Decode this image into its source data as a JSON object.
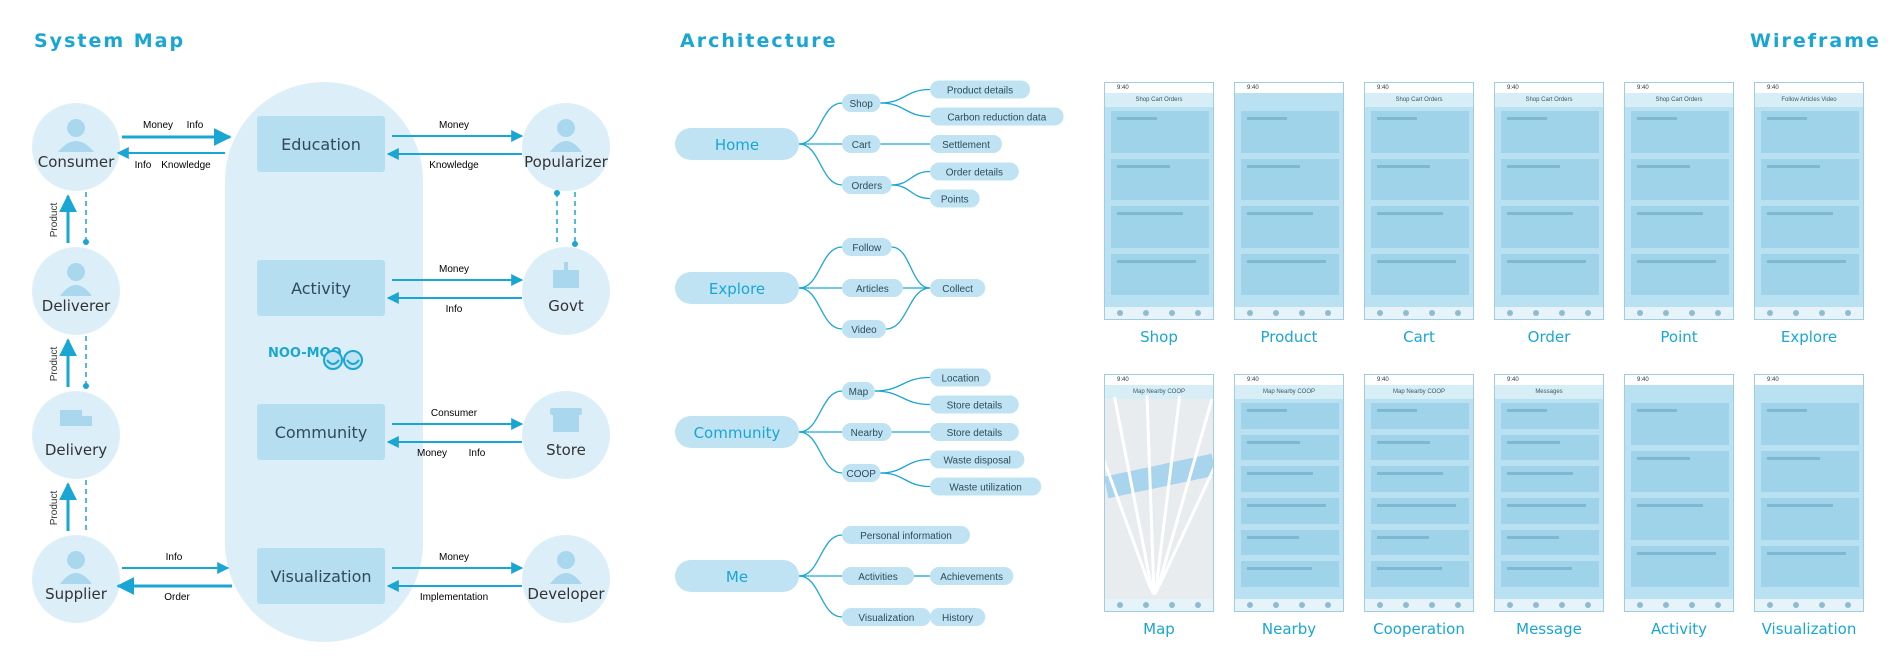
{
  "sections": {
    "system_map": "System Map",
    "architecture": "Architecture",
    "wireframe": "Wireframe"
  },
  "system_map": {
    "actors_left": [
      "Consumer",
      "Deliverer",
      "Delivery",
      "Supplier"
    ],
    "actors_right": [
      "Popularizer",
      "Govt",
      "Store",
      "Developer"
    ],
    "center": [
      "Education",
      "Activity",
      "Community",
      "Visualization"
    ],
    "logo": "NOO-MOO",
    "vertical_labels": [
      "Product",
      "Product",
      "Product"
    ],
    "edges": {
      "consumer_out": [
        "Money",
        "Info"
      ],
      "consumer_in": [
        "Info",
        "Knowledge"
      ],
      "popularizer_out": "Money",
      "popularizer_in": "Knowledge",
      "govt_out": "Money",
      "govt_in": "Info",
      "store_out": "Consumer",
      "store_in": [
        "Money",
        "Info"
      ],
      "supplier_out": "Info",
      "supplier_in": "Order",
      "developer_out": "Money",
      "developer_in": "Implementation"
    }
  },
  "architecture": {
    "groups": [
      {
        "name": "Home",
        "children": [
          {
            "name": "Shop",
            "children": [
              "Product details",
              "Carbon reduction data"
            ]
          },
          {
            "name": "Cart",
            "children": [
              "Settlement"
            ]
          },
          {
            "name": "Orders",
            "children": [
              "Order details",
              "Points"
            ]
          }
        ]
      },
      {
        "name": "Explore",
        "children": [
          {
            "name": "Follow",
            "children": []
          },
          {
            "name": "Articles",
            "children": [
              "Collect"
            ]
          },
          {
            "name": "Video",
            "children": []
          }
        ]
      },
      {
        "name": "Community",
        "children": [
          {
            "name": "Map",
            "children": [
              "Location",
              "Store details"
            ]
          },
          {
            "name": "Nearby",
            "children": [
              "Store details"
            ]
          },
          {
            "name": "COOP",
            "children": [
              "Waste disposal",
              "Waste utilization"
            ]
          }
        ]
      },
      {
        "name": "Me",
        "children": [
          {
            "name": "Personal information",
            "children": []
          },
          {
            "name": "Activities",
            "children": [
              "Achievements"
            ]
          },
          {
            "name": "Visualization",
            "children": [
              "History"
            ]
          }
        ]
      }
    ]
  },
  "wireframe": {
    "row1": [
      "Shop",
      "Product",
      "Cart",
      "Order",
      "Point",
      "Explore"
    ],
    "row2": [
      "Map",
      "Nearby",
      "Cooperation",
      "Message",
      "Activity",
      "Visualization"
    ],
    "time": "9:40",
    "nav_labels": [
      "Shop  Cart  Orders",
      "",
      "Shop  Cart  Orders",
      "Shop  Cart  Orders",
      "Shop  Cart  Orders",
      "Follow  Articles  Video",
      "Map  Nearby  COOP",
      "Map  Nearby  COOP",
      "Map  Nearby  COOP",
      "Messages",
      "",
      ""
    ]
  },
  "colors": {
    "accent": "#1aa6d4",
    "pill": "#bfe3f3",
    "background_blob": "#dceff8"
  }
}
